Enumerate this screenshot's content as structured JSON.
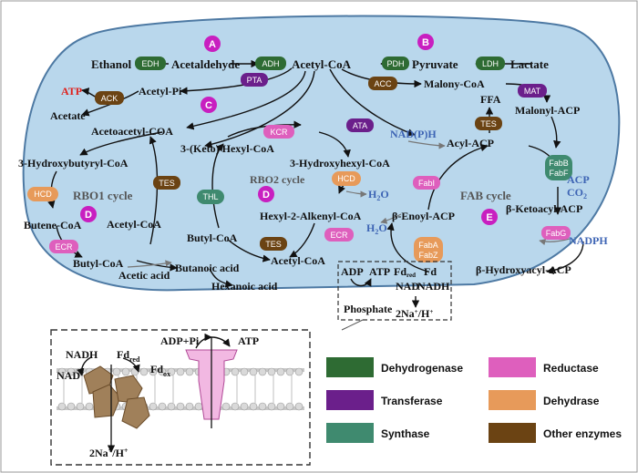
{
  "compounds": {
    "ethanol": "Ethanol",
    "acetaldehyde": "Acetaldehyde",
    "acetyl_coa_top": "Acetyl-CoA",
    "pyruvate": "Pyruvate",
    "lactate": "Lactate",
    "atp_red": "ATP",
    "acetyl_pi": "Acetyl-Pi",
    "acetate": "Acetate",
    "malonyl_coa": "Malony-CoA",
    "malonyl_acp": "Malonyl-ACP",
    "ffa": "FFA",
    "nadph_label": "NAD(P)H",
    "acyl_acp": "Acyl-ACP",
    "acetoacetyl_coa": "Acetoacetyl-COA",
    "keto_hexyl_coa": "3-(Keto) Hexyl-CoA",
    "hydroxybutyryl_coa": "3-Hydroxybutyryl-CoA",
    "hydroxyhexyl_coa": "3-Hydroxyhexyl-CoA",
    "h2o_1": "H",
    "h2o_1_sub": "2",
    "h2o_1_tail": "O",
    "acp_label": "ACP",
    "co2_label": "CO",
    "co2_sub": "2",
    "butene_coa": "Butene-CoA",
    "acetyl_coa_left": "Acetyl-CoA",
    "hexyl_alkenyl_coa": "Hexyl-2-Alkenyl-CoA",
    "enoyl_acp": "β-Enoyl-ACP",
    "ketoacyl_acp": "β-Ketoacyl-ACP",
    "butyl_coa_mid": "Butyl-CoA",
    "h2o_2": "H",
    "h2o_2_sub": "2",
    "h2o_2_tail": "O",
    "nadph_right": "NADPH",
    "butyl_coa_low": "Butyl-CoA",
    "acetyl_coa_low": "Acetyl-CoA",
    "butanoic_acid": "Butanoic acid",
    "acetic_acid": "Acetic acid",
    "hexanoic_acid": "Hexanoic acid",
    "hydroxyacyl_acp": "β-Hydroxyacyl-ACP"
  },
  "cycles": {
    "rbo1": "RBO1 cycle",
    "rbo2": "RBO2 cycle",
    "fab": "FAB cycle"
  },
  "circles": [
    "A",
    "B",
    "C",
    "D",
    "D",
    "E"
  ],
  "enzymes": {
    "edh": "EDH",
    "adh": "ADH",
    "pdh": "PDH",
    "ldh": "LDH",
    "pta": "PTA",
    "acc": "ACC",
    "mat": "MAT",
    "ack": "ACK",
    "ata": "ATA",
    "kcr": "KCR",
    "tes_right": "TES",
    "fabb": "FabB",
    "fabf": "FabF",
    "tes_left": "TES",
    "thl": "THL",
    "hcd_left": "HCD",
    "hcd_mid": "HCD",
    "fabi": "FabI",
    "ecr_left": "ECR",
    "ecr_mid": "ECR",
    "tes_low": "TES",
    "fabg": "FabG",
    "faba": "FabA",
    "fabz": "FabZ"
  },
  "energy_box": {
    "adp": "ADP",
    "atp": "ATP",
    "phosphate": "Phosphate",
    "fd_red": "Fd",
    "fd_red_sub": "red",
    "fd": "Fd",
    "nad_plus": "NAD",
    "nadh": "NADH",
    "na_h": "2Na",
    "na_h_sup": "+",
    "na_h_tail": "/H",
    "na_h_tail_sup": "+"
  },
  "membrane": {
    "adp_pi": "ADP+Pi",
    "atp": "ATP",
    "nadh": "NADH",
    "nad_plus": "NAD",
    "nad_plus_sup": "+",
    "fd_red": "Fd",
    "fd_red_sub": "red",
    "fd_ox": "Fd",
    "fd_ox_sub": "ox",
    "na_h": "2Na",
    "na_h_sup": "+",
    "na_h_tail": "/H",
    "na_h_tail_sup": "+"
  },
  "legend": [
    {
      "label": "Dehydrogenase",
      "color": "#2e6b33"
    },
    {
      "label": "Reductase",
      "color": "#de5fbd"
    },
    {
      "label": "Transferase",
      "color": "#6b1f8b"
    },
    {
      "label": "Dehydrase",
      "color": "#e79a5a"
    },
    {
      "label": "Synthase",
      "color": "#3f8a6f"
    },
    {
      "label": "Other enzymes",
      "color": "#6b4313"
    }
  ],
  "colors": {
    "cell_fill": "#b9d7ec",
    "cell_stroke": "#4d79a3",
    "circle_magenta": "#c81fc0",
    "dehydrogenase": "#2e6b33",
    "transferase": "#6b1f8b",
    "synthase": "#3f8a6f",
    "reductase": "#de5fbd",
    "dehydrase": "#e79a5a",
    "other": "#6b4313"
  }
}
